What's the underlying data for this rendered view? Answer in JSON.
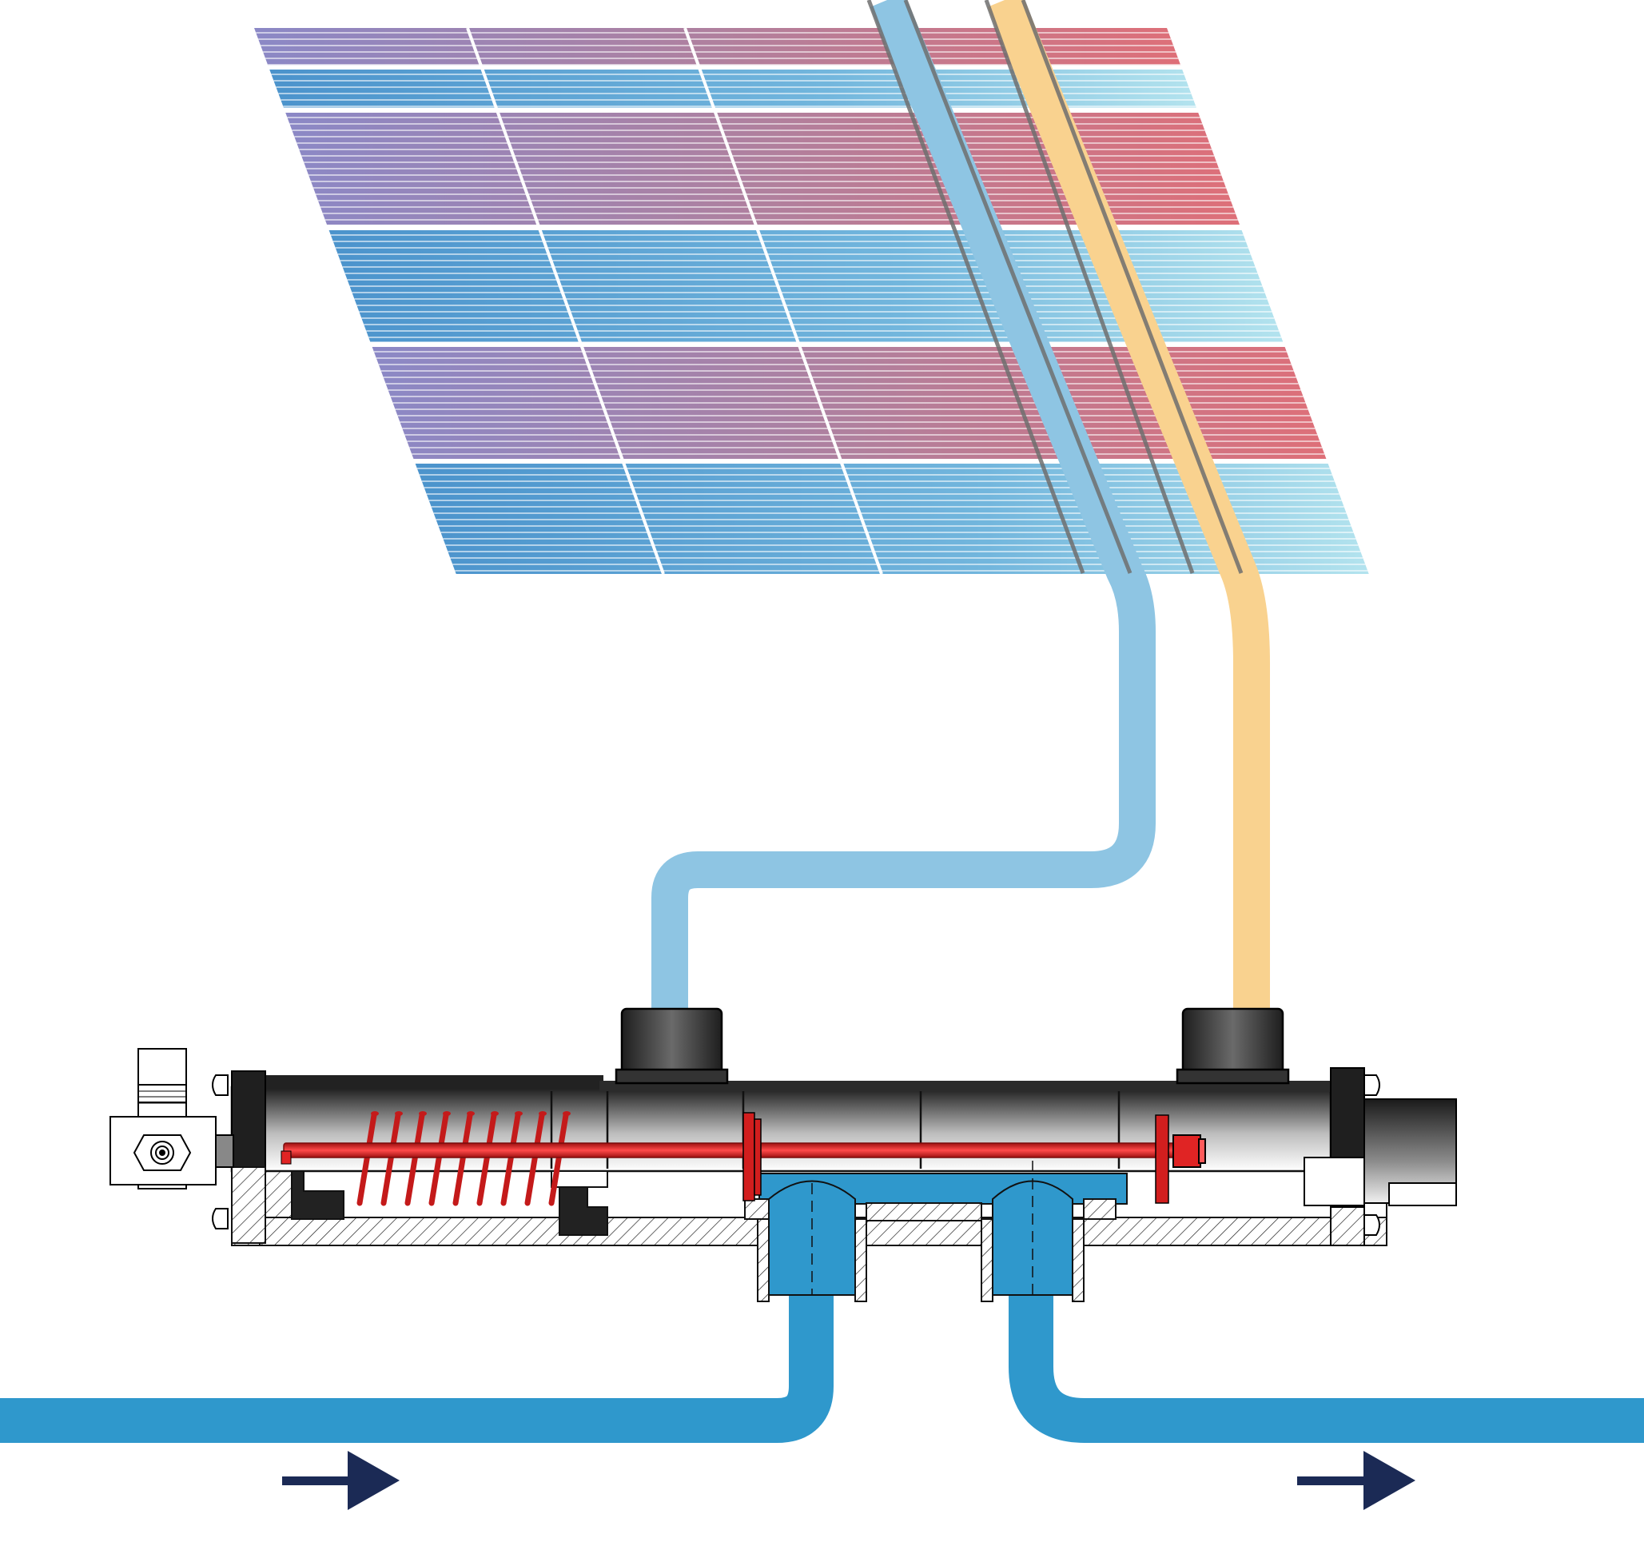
{
  "diagram": {
    "description_visible_text": [],
    "colors": {
      "cold_pipe": "#8ec5e3",
      "hot_pipe": "#f9d28f",
      "main_water_pipe": "#2f98cc",
      "spring_rod": "#e02424",
      "housing_dark": "#2b2b2b",
      "arrow": "#1b2a55",
      "panel_cold": "#4d9fd3",
      "panel_hot": "#d9707a",
      "panel_mixed": "#8d86c4"
    },
    "flow_direction": "left-to-right",
    "icons": [
      "solar-collector",
      "mixing-valve",
      "ball-valve",
      "flow-arrow-icon"
    ]
  }
}
